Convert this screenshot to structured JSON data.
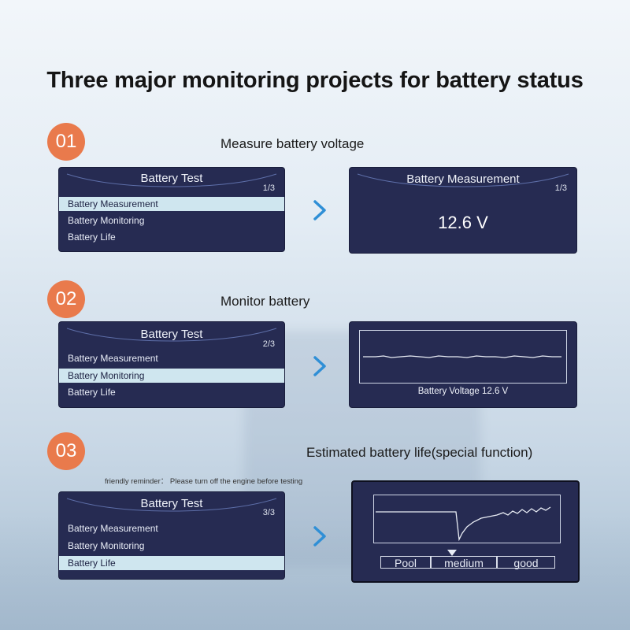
{
  "title": "Three major monitoring projects for battery status",
  "steps": [
    {
      "number": "01",
      "caption": "Measure battery voltage"
    },
    {
      "number": "02",
      "caption": "Monitor battery"
    },
    {
      "number": "03",
      "caption": "Estimated battery life(special function)"
    }
  ],
  "reminder": "friendly reminder： Please turn off the engine before testing",
  "menu": {
    "title": "Battery Test",
    "items": [
      "Battery Measurement",
      "Battery Monitoring",
      "Battery Life"
    ],
    "pages": [
      "1/3",
      "2/3",
      "3/3"
    ]
  },
  "measurement_screen": {
    "title": "Battery Measurement",
    "page": "1/3",
    "value": "12.6 V"
  },
  "monitor_screen": {
    "label": "Battery Voltage 12.6 V"
  },
  "life_screen": {
    "scale": [
      "Pool",
      "medium",
      "good"
    ],
    "indicator_position": 0.5
  },
  "colors": {
    "badge": "#e97a4c",
    "screen_bg": "#262b52",
    "selected_row": "#cfe6ef",
    "arrow": "#2f8fd6"
  },
  "icons": [
    "chevron-right-icon",
    "triangle-down-icon"
  ]
}
